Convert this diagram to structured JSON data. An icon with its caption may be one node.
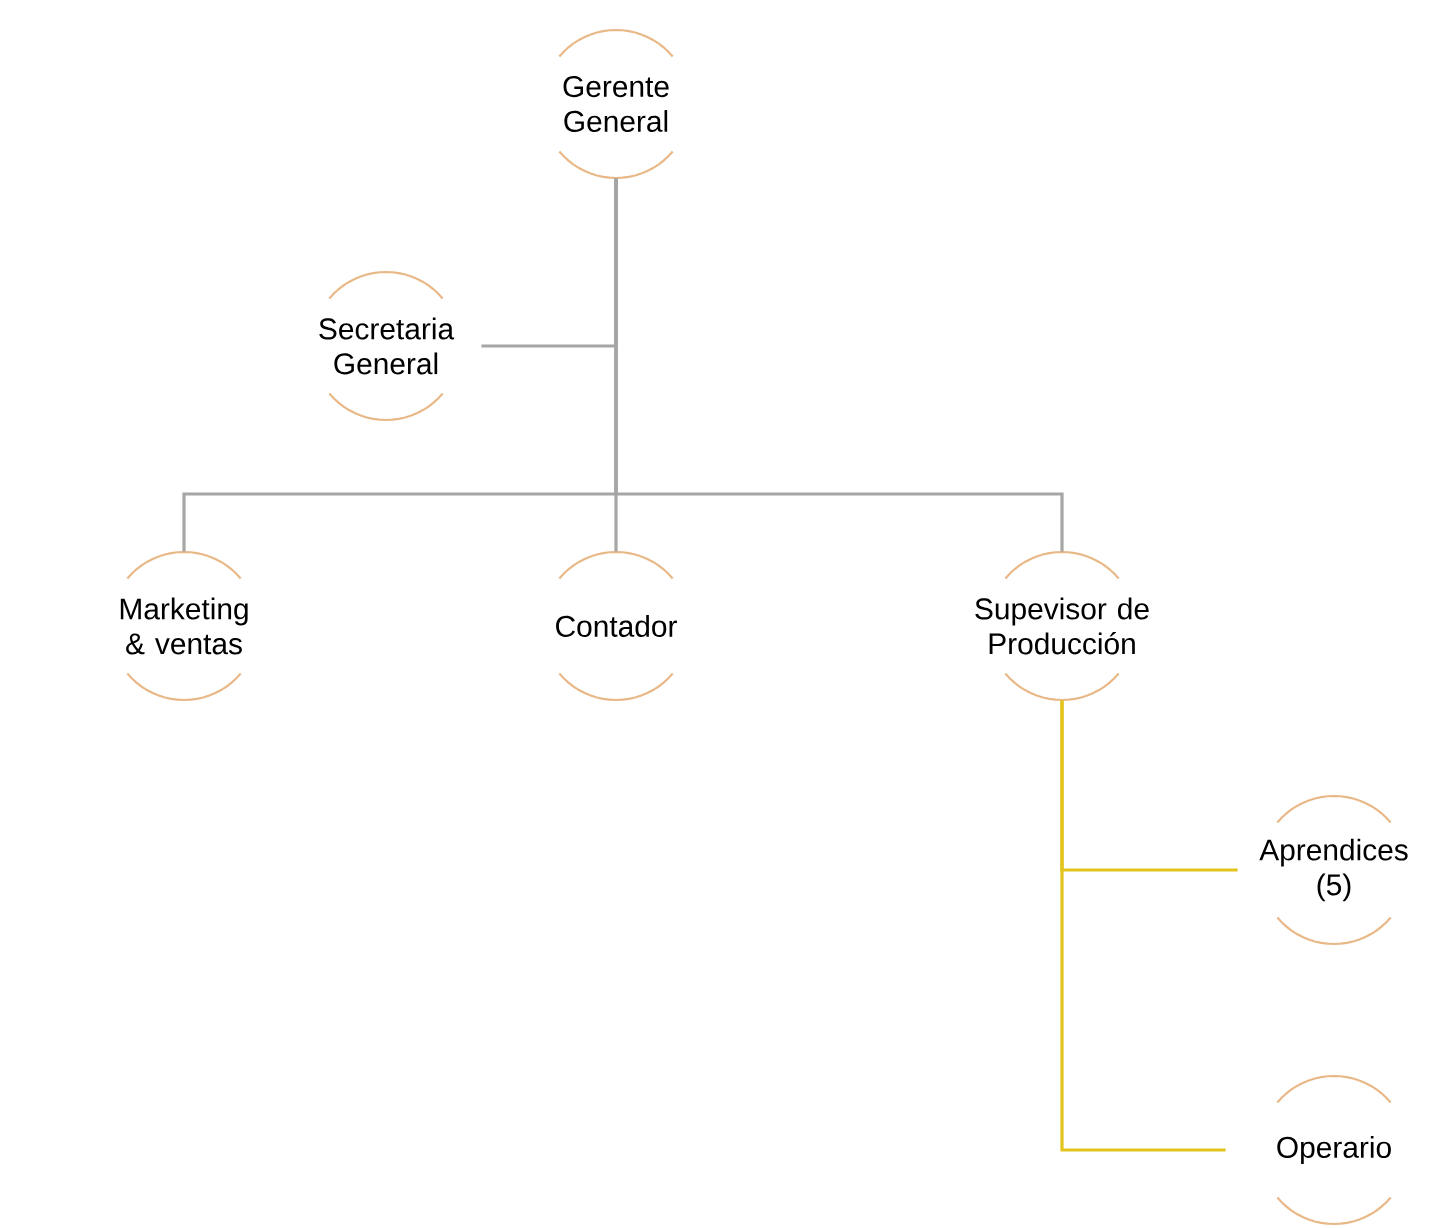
{
  "diagram": {
    "nodes": [
      {
        "text": [
          "Gerente General"
        ]
      },
      {
        "text": [
          "Secretaria General"
        ]
      },
      {
        "text": [
          "Marketing & ventas"
        ]
      },
      {
        "text": [
          "Contador"
        ]
      },
      {
        "text": [
          "Supevisor de Producción"
        ]
      },
      {
        "text": [
          "Aprendices (5)"
        ]
      },
      {
        "text": [
          "Operario"
        ]
      }
    ],
    "edges": [
      {
        "from": 0,
        "to": 1,
        "arrow": "none"
      },
      {
        "from": 0,
        "to": 2,
        "arrow": "none"
      },
      {
        "from": 0,
        "to": 3,
        "arrow": "none"
      },
      {
        "from": 0,
        "to": 4,
        "arrow": "none"
      },
      {
        "from": 4,
        "to": 5,
        "arrow": "none",
        "color": "#e2c41c"
      },
      {
        "from": 4,
        "to": 6,
        "arrow": "none",
        "color": "#e2c41c"
      }
    ]
  }
}
